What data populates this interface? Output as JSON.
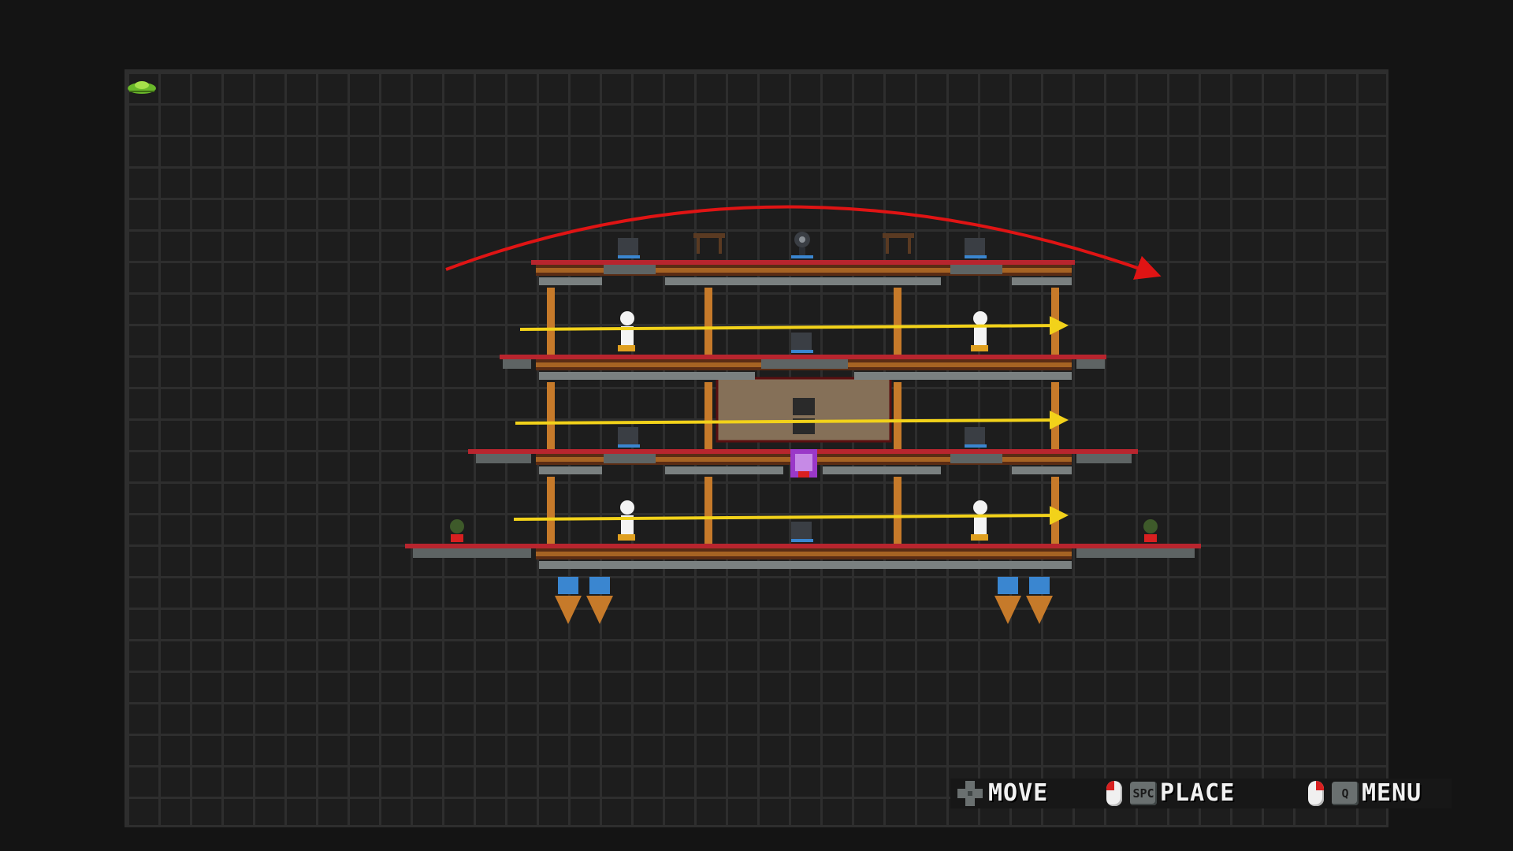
{
  "hud": {
    "move_label": "MOVE",
    "place_label": "PLACE",
    "place_key": "SPC",
    "menu_label": "MENU",
    "menu_key": "Q"
  },
  "icons": {
    "move": "dpad-icon",
    "place_mouse": "left-mouse-icon",
    "place_key": "spacebar-key-icon",
    "menu_mouse": "right-mouse-icon",
    "menu_key": "q-key-icon",
    "cursor": "green-ufo-cursor-icon"
  },
  "colors": {
    "background": "#141414",
    "grid_cell": "#1d1d1d",
    "grid_line": "#2e2e2e",
    "hull_red": "#b8252e",
    "girder_orange": "#c67a2a",
    "flight_arrow": "#e01414",
    "crew_arrow": "#f2d21a",
    "core_purple": "#9a38c8",
    "hud_text": "#f2f2f2"
  }
}
